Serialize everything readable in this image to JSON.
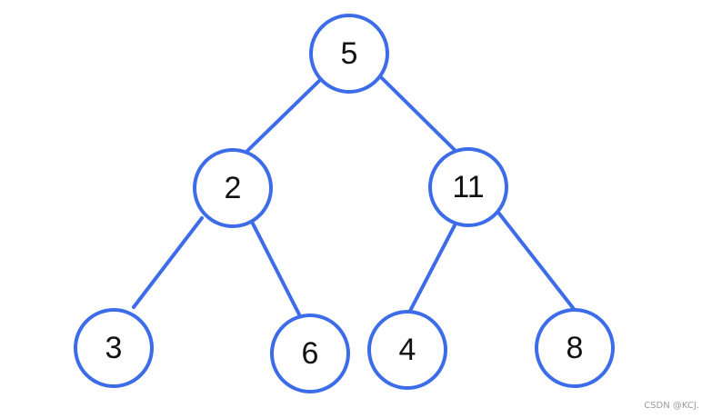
{
  "tree": {
    "nodes": [
      {
        "id": "n5",
        "label": "5"
      },
      {
        "id": "n2",
        "label": "2"
      },
      {
        "id": "n11",
        "label": "11"
      },
      {
        "id": "n3",
        "label": "3"
      },
      {
        "id": "n6",
        "label": "6"
      },
      {
        "id": "n4",
        "label": "4"
      },
      {
        "id": "n8",
        "label": "8"
      }
    ],
    "edges": [
      {
        "from": "n5",
        "to": "n2"
      },
      {
        "from": "n5",
        "to": "n11"
      },
      {
        "from": "n2",
        "to": "n3"
      },
      {
        "from": "n2",
        "to": "n6"
      },
      {
        "from": "n11",
        "to": "n4"
      },
      {
        "from": "n11",
        "to": "n8"
      }
    ]
  },
  "colors": {
    "stroke": "#3d6ce8",
    "text": "#111111"
  },
  "watermark": "CSDN @KCJ."
}
